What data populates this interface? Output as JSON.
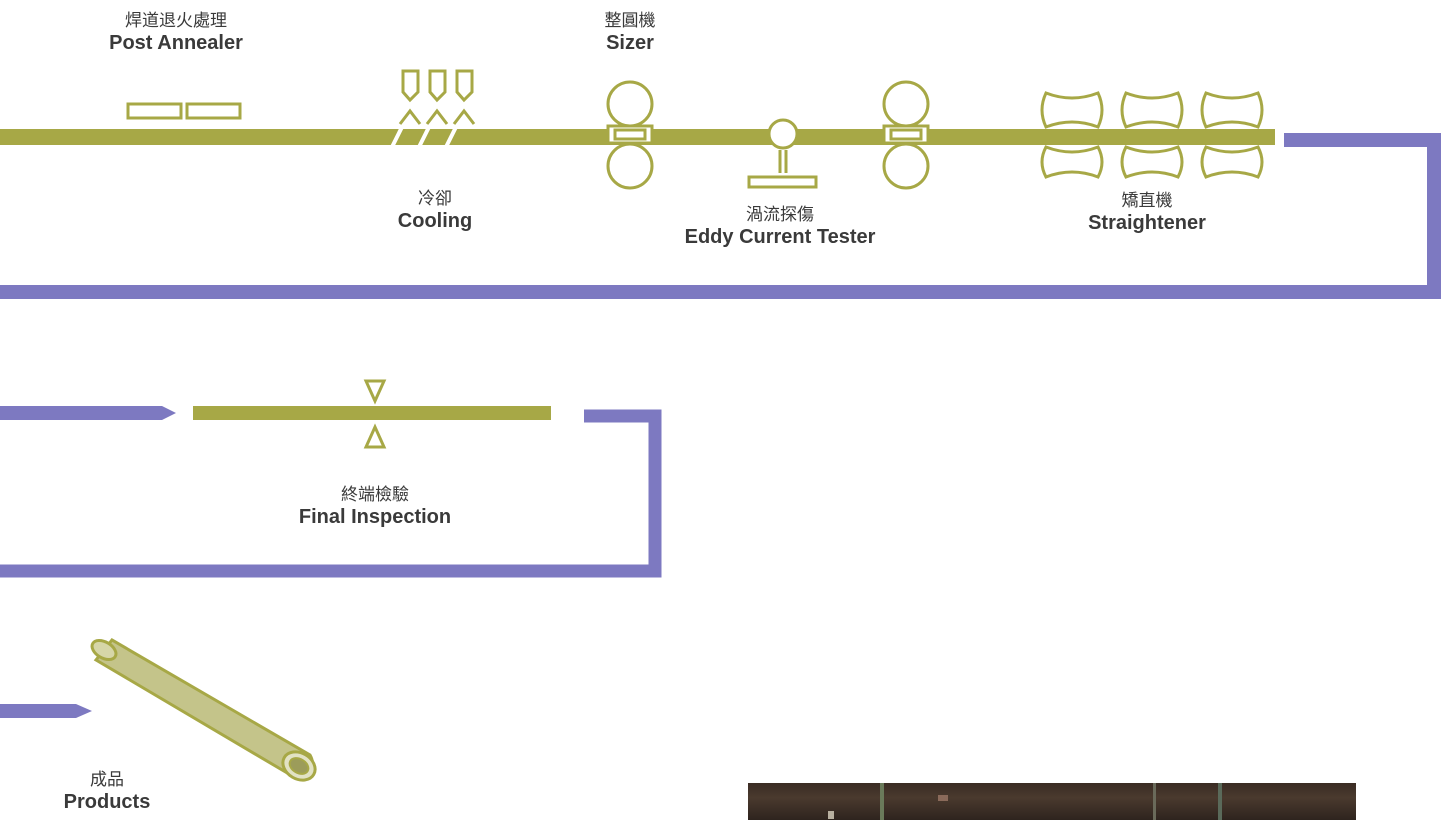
{
  "colors": {
    "line": "#a7a846",
    "conveyor": "#7d79c1",
    "outline": "#a7a846",
    "text": "#3a3a3a"
  },
  "labels": {
    "post_annealer": {
      "zh": "焊道退火處理",
      "en": "Post Annealer"
    },
    "sizer": {
      "zh": "整圓機",
      "en": "Sizer"
    },
    "cooling": {
      "zh": "冷卻",
      "en": "Cooling"
    },
    "eddy_current": {
      "zh": "渦流探傷",
      "en": "Eddy Current Tester"
    },
    "straightener": {
      "zh": "矯直機",
      "en": "Straightener"
    },
    "final_inspection": {
      "zh": "終端檢驗",
      "en": "Final Inspection"
    },
    "products": {
      "zh": "成品",
      "en": "Products"
    }
  }
}
